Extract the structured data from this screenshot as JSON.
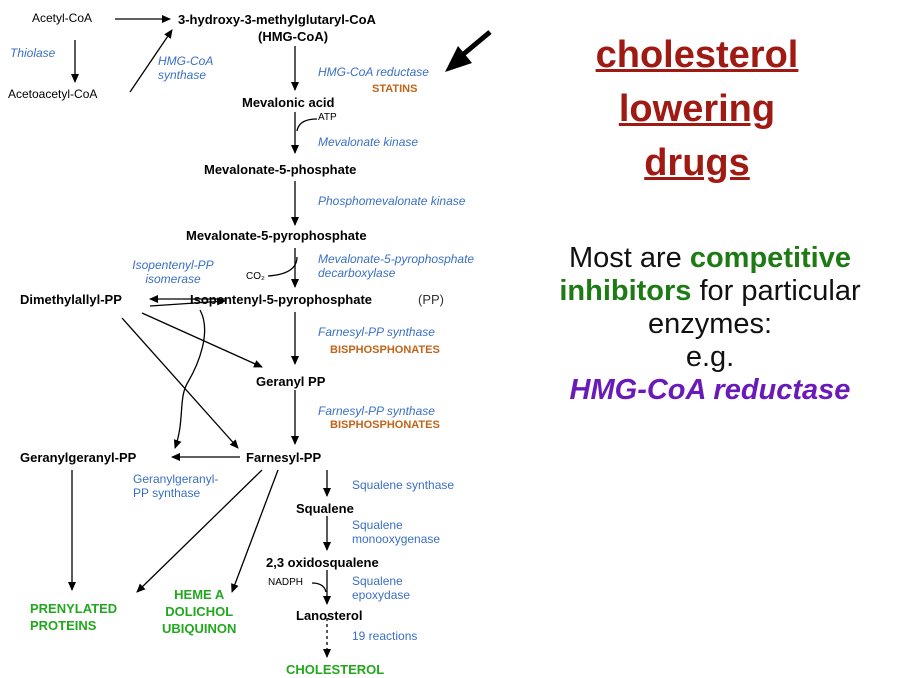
{
  "pathway": {
    "acetyl_coa": "Acetyl-CoA",
    "thiolase": "Thiolase",
    "acetoacetyl_coa": "Acetoacetyl-CoA",
    "hmg_coa_synthase": "HMG-CoA synthase",
    "hmg_coa": "3-hydroxy-3-methylglutaryl-CoA",
    "hmg_coa_abbr": "(HMG-CoA)",
    "hmg_coa_reductase": "HMG-CoA reductase",
    "statins": "STATINS",
    "mevalonic_acid": "Mevalonic acid",
    "atp": "ATP",
    "mevalonate_kinase": "Mevalonate kinase",
    "mevalonate_5_phosphate": "Mevalonate-5-phosphate",
    "phosphomevalonate_kinase": "Phosphomevalonate kinase",
    "mevalonate_5_pyrophosphate": "Mevalonate-5-pyrophosphate",
    "isopentenyl_isomerase": "Isopentenyl-PP isomerase",
    "co2": "CO₂",
    "mevalonate_pp_decarboxylase": "Mevalonate-5-pyrophosphate decarboxylase",
    "dimethylallyl_pp": "Dimethylallyl-PP",
    "isopentenyl_5_pp": "Isopentenyl-5-pyrophosphate",
    "pp_abbr": "(PP)",
    "farnesyl_pp_synthase_1": "Farnesyl-PP synthase",
    "bisphosphonates_1": "BISPHOSPHONATES",
    "geranyl_pp": "Geranyl PP",
    "farnesyl_pp_synthase_2": "Farnesyl-PP synthase",
    "bisphosphonates_2": "BISPHOSPHONATES",
    "geranylgeranyl_pp": "Geranylgeranyl-PP",
    "farnesyl_pp": "Farnesyl-PP",
    "geranylgeranyl_pp_synthase": "Geranylgeranyl-PP synthase",
    "squalene_synthase": "Squalene synthase",
    "squalene": "Squalene",
    "squalene_monooxygenase": "Squalene monooxygenase",
    "oxidosqualene": "2,3 oxidosqualene",
    "nadph": "NADPH",
    "squalene_epoxydase": "Squalene epoxydase",
    "lanosterol": "Lanosterol",
    "reactions_19": "19 reactions",
    "prenylated_proteins": "PRENYLATED\nPROTEINS",
    "heme_products": "HEME A\nDOLICHOL\nUBIQUINON",
    "cholesterol_partial": "CHOLESTEROL"
  },
  "slide": {
    "title_line1": "cholesterol",
    "title_line2": "lowering",
    "title_line3": "drugs",
    "body_part1": "Most are ",
    "body_highlight": "competitive inhibitors",
    "body_part2": " for particular enzymes:",
    "eg": "e.g.",
    "example": "HMG-CoA reductase"
  },
  "colors": {
    "enzyme": "#3a6fc4",
    "drug": "#c0641a",
    "product": "#22a81e",
    "title": "#a01a14",
    "highlight": "#1e7a14",
    "example": "#6a1ab8"
  }
}
